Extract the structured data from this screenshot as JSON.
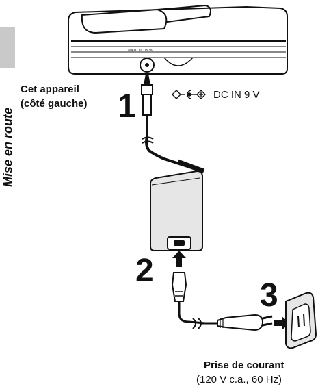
{
  "side_title": "Mise en route",
  "device_label": {
    "line1": "Cet appareil",
    "line2": "(côté gauche)"
  },
  "dc_label": "DC IN 9 V",
  "device_jack_mark": "DC IN 9V",
  "steps": {
    "one": "1",
    "two": "2",
    "three": "3"
  },
  "outlet": {
    "title": "Prise de courant",
    "spec": "(120 V c.a., 60 Hz)"
  },
  "icons": {
    "polarity": "center-positive-polarity-icon"
  }
}
